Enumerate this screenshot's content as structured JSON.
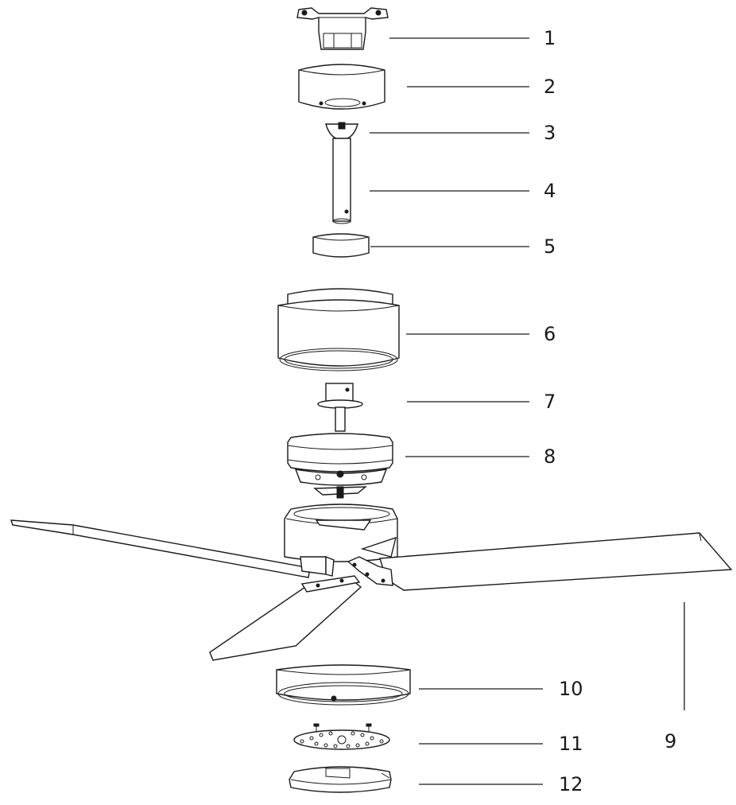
{
  "diagram": {
    "callouts": [
      {
        "id": "1",
        "label": "1"
      },
      {
        "id": "2",
        "label": "2"
      },
      {
        "id": "3",
        "label": "3"
      },
      {
        "id": "4",
        "label": "4"
      },
      {
        "id": "5",
        "label": "5"
      },
      {
        "id": "6",
        "label": "6"
      },
      {
        "id": "7",
        "label": "7"
      },
      {
        "id": "8",
        "label": "8"
      },
      {
        "id": "9",
        "label": "9"
      },
      {
        "id": "10",
        "label": "10"
      },
      {
        "id": "11",
        "label": "11"
      },
      {
        "id": "12",
        "label": "12"
      }
    ],
    "colors": {
      "line": "#1a1a1a",
      "background": "#ffffff"
    }
  }
}
